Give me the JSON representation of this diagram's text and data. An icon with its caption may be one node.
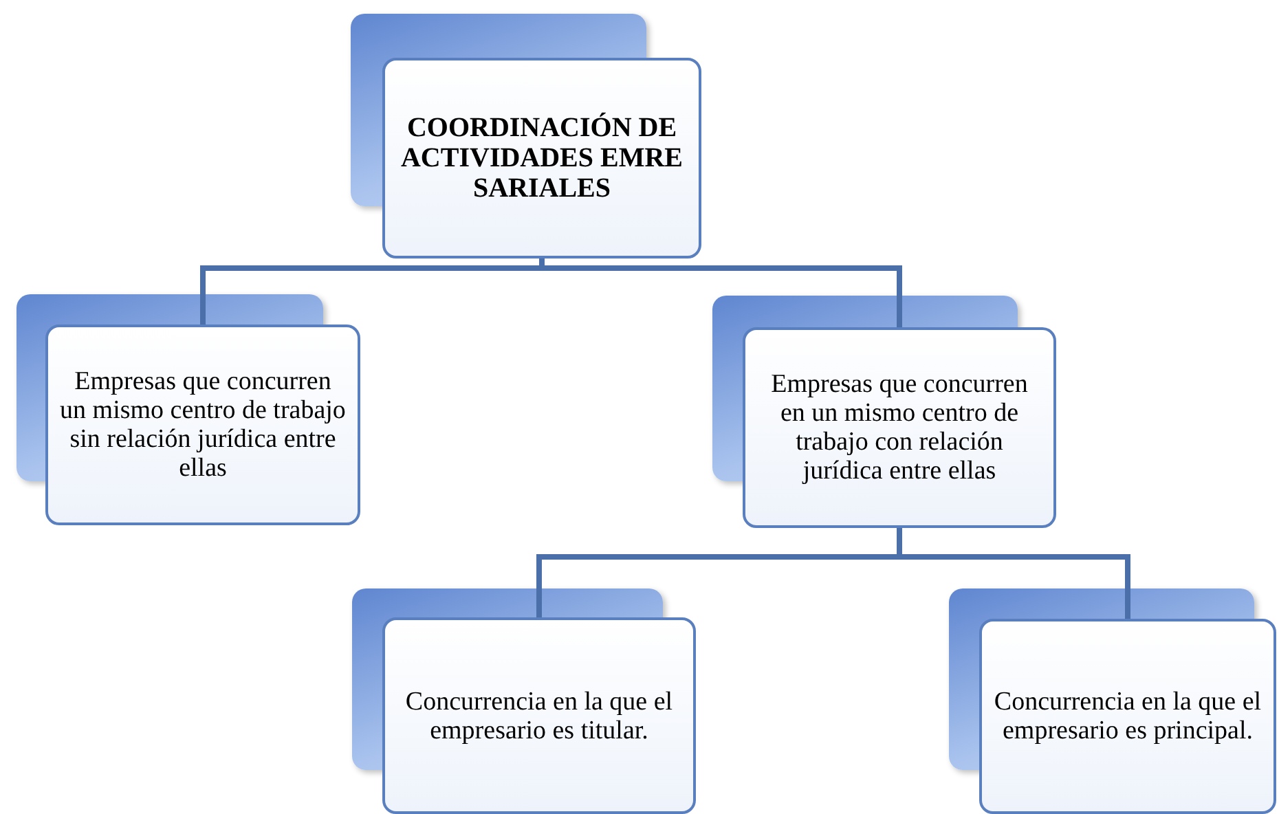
{
  "diagram": {
    "nodes": [
      {
        "text": [
          "COORDINACIÓN DE ACTIVIDADES EMRESARIALES"
        ]
      },
      {
        "text": [
          "Empresas que concurren un mismo centro de trabajo sin relación jurídica entre ellas"
        ]
      },
      {
        "text": [
          "Empresas que concurren en un mismo centro de trabajo con relación jurídica entre ellas"
        ]
      },
      {
        "text": [
          "Concurrencia en la que el empresario es titular."
        ]
      },
      {
        "text": [
          "Concurrencia en la que el empresario es principal."
        ]
      }
    ],
    "edges": [
      {
        "from": 0,
        "to": 1,
        "arrow": "none"
      },
      {
        "from": 0,
        "to": 2,
        "arrow": "none"
      },
      {
        "from": 2,
        "to": 3,
        "arrow": "none"
      },
      {
        "from": 2,
        "to": 4,
        "arrow": "none"
      }
    ]
  }
}
